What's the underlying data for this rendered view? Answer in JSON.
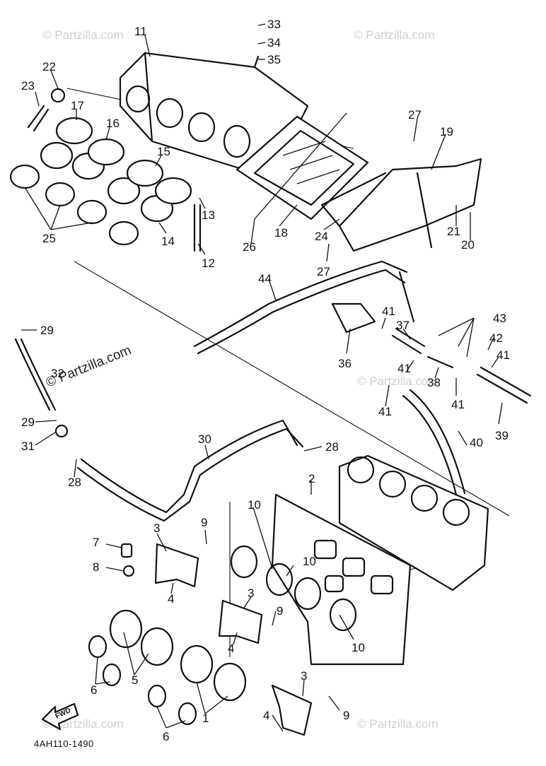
{
  "diagram": {
    "code": "4AH110-1490",
    "fwd_label": "FWD",
    "watermark": "© Partzilla.com",
    "callouts": [
      {
        "id": "c11",
        "text": "11"
      },
      {
        "id": "c22",
        "text": "22"
      },
      {
        "id": "c23",
        "text": "23"
      },
      {
        "id": "c17",
        "text": "17"
      },
      {
        "id": "c16",
        "text": "16"
      },
      {
        "id": "c15",
        "text": "15"
      },
      {
        "id": "c25",
        "text": "25"
      },
      {
        "id": "c14",
        "text": "14"
      },
      {
        "id": "c13",
        "text": "13"
      },
      {
        "id": "c12",
        "text": "12"
      },
      {
        "id": "c33",
        "text": "33"
      },
      {
        "id": "c34",
        "text": "34"
      },
      {
        "id": "c35",
        "text": "35"
      },
      {
        "id": "c27a",
        "text": "27"
      },
      {
        "id": "c19",
        "text": "19"
      },
      {
        "id": "c18",
        "text": "18"
      },
      {
        "id": "c24",
        "text": "24"
      },
      {
        "id": "c26",
        "text": "26"
      },
      {
        "id": "c21",
        "text": "21"
      },
      {
        "id": "c20",
        "text": "20"
      },
      {
        "id": "c27b",
        "text": "27"
      },
      {
        "id": "c44",
        "text": "44"
      },
      {
        "id": "c29a",
        "text": "29"
      },
      {
        "id": "c32",
        "text": "32"
      },
      {
        "id": "c29b",
        "text": "29"
      },
      {
        "id": "c31",
        "text": "31"
      },
      {
        "id": "c28a",
        "text": "28"
      },
      {
        "id": "c30",
        "text": "30"
      },
      {
        "id": "c28b",
        "text": "28"
      },
      {
        "id": "c41a",
        "text": "41"
      },
      {
        "id": "c37",
        "text": "37"
      },
      {
        "id": "c36",
        "text": "36"
      },
      {
        "id": "c41b",
        "text": "41"
      },
      {
        "id": "c38",
        "text": "38"
      },
      {
        "id": "c41c",
        "text": "41"
      },
      {
        "id": "c41d",
        "text": "41"
      },
      {
        "id": "c43",
        "text": "43"
      },
      {
        "id": "c42",
        "text": "42"
      },
      {
        "id": "c41e",
        "text": "41"
      },
      {
        "id": "c39",
        "text": "39"
      },
      {
        "id": "c40",
        "text": "40"
      },
      {
        "id": "c2",
        "text": "2"
      },
      {
        "id": "c7",
        "text": "7"
      },
      {
        "id": "c8",
        "text": "8"
      },
      {
        "id": "c3a",
        "text": "3"
      },
      {
        "id": "c9a",
        "text": "9"
      },
      {
        "id": "c4a",
        "text": "4"
      },
      {
        "id": "c10a",
        "text": "10"
      },
      {
        "id": "c10b",
        "text": "10"
      },
      {
        "id": "c10c",
        "text": "10"
      },
      {
        "id": "c3b",
        "text": "3"
      },
      {
        "id": "c9b",
        "text": "9"
      },
      {
        "id": "c4b",
        "text": "4"
      },
      {
        "id": "c5",
        "text": "5"
      },
      {
        "id": "c6a",
        "text": "6"
      },
      {
        "id": "c1",
        "text": "1"
      },
      {
        "id": "c6b",
        "text": "6"
      },
      {
        "id": "c3c",
        "text": "3"
      },
      {
        "id": "c9c",
        "text": "9"
      },
      {
        "id": "c4c",
        "text": "4"
      }
    ]
  }
}
